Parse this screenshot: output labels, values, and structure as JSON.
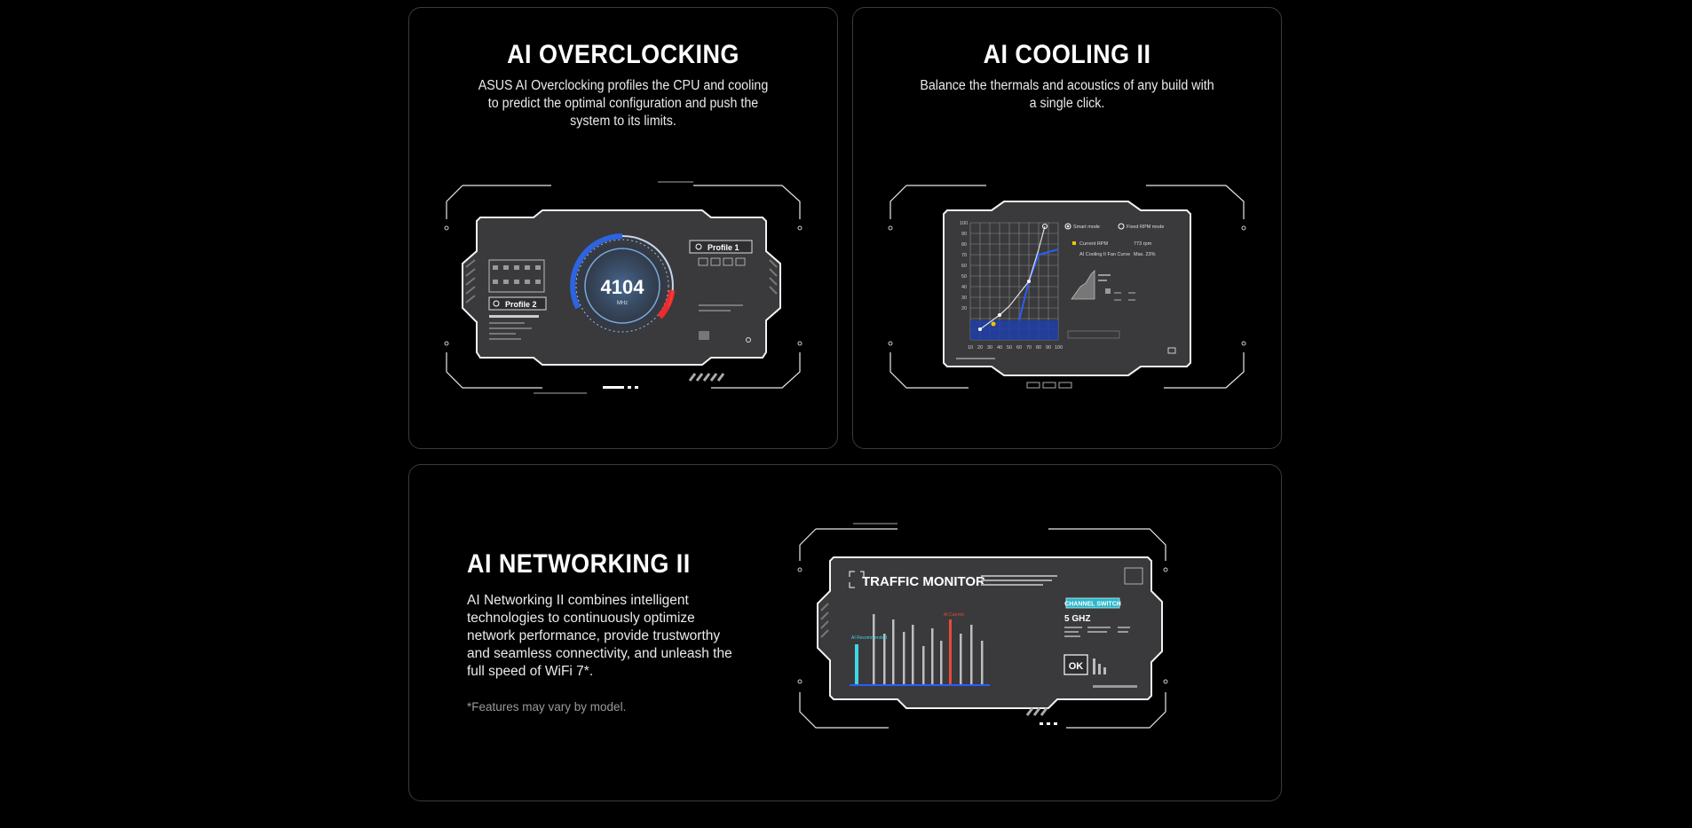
{
  "overclocking": {
    "title": "AI OVERCLOCKING",
    "description": "ASUS AI Overclocking profiles the CPU and cooling to predict the optimal configuration and push the system to its limits.",
    "gauge_value": "4104",
    "gauge_unit": "MHz",
    "profile_1": "Profile 1",
    "profile_2": "Profile 2"
  },
  "cooling": {
    "title": "AI COOLING II",
    "description": "Balance the thermals and acoustics of any build with a single click.",
    "smart_mode": "Smart mode",
    "fixed_rpm_mode": "Fixed RPM mode",
    "current_rpm_label": "Current RPM",
    "current_rpm_value": "773 rpm",
    "fan_curve_label": "AI Cooling II Fan Curve",
    "max_label": "Max. 23%",
    "y_ticks": [
      "100",
      "90",
      "80",
      "70",
      "60",
      "50",
      "40",
      "30",
      "20"
    ],
    "x_ticks": [
      "10",
      "20",
      "30",
      "40",
      "50",
      "60",
      "70",
      "80",
      "90",
      "100"
    ]
  },
  "networking": {
    "title": "AI NETWORKING II",
    "description": "AI Networking II combines intelligent technologies to continuously optimize network performance, provide trustworthy and seamless connectivity, and unleash the full speed of WiFi 7*.",
    "note": "*Features may vary by model.",
    "monitor_title": "TRAFFIC MONITOR",
    "channel_switch": "CHANNEL SWITCH",
    "band": "5 GHZ",
    "ok_label": "OK",
    "recommended_label": "AI Recommended",
    "current_label": "AI Current"
  }
}
